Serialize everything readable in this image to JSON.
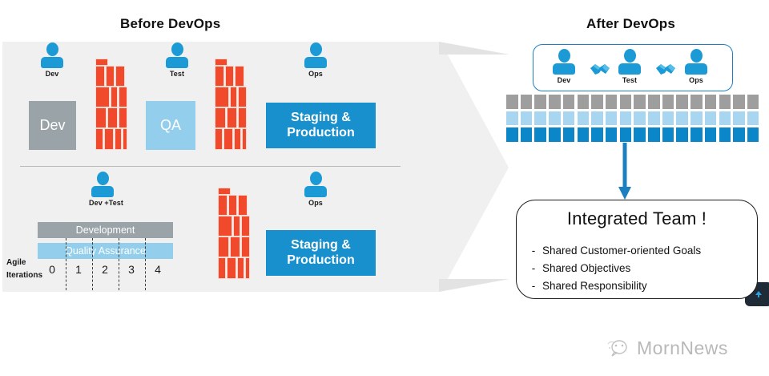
{
  "titles": {
    "before": "Before DevOps",
    "after": "After DevOps"
  },
  "before": {
    "top_row": {
      "people": [
        {
          "name": "person-dev",
          "label": "Dev"
        },
        {
          "name": "person-test",
          "label": "Test"
        },
        {
          "name": "person-ops",
          "label": "Ops"
        }
      ],
      "boxes": [
        {
          "name": "box-dev",
          "label": "Dev",
          "color": "#9aa4a8"
        },
        {
          "name": "box-qa",
          "label": "QA",
          "color": "#93cfec"
        },
        {
          "name": "box-staging",
          "line1": "Staging &",
          "line2": "Production",
          "color": "#1890cd"
        }
      ],
      "walls": 2
    },
    "bottom_row": {
      "people": [
        {
          "name": "person-dev-test",
          "label": "Dev +Test"
        },
        {
          "name": "person-ops",
          "label": "Ops"
        }
      ],
      "gantt": {
        "development_label": "Development",
        "quality_assurance_label": "Quality Assurance",
        "axis_label_line1": "Agile",
        "axis_label_line2": "Iterations",
        "iterations": [
          "0",
          "1",
          "2",
          "3",
          "4"
        ]
      },
      "box_staging": {
        "line1": "Staging &",
        "line2": "Production",
        "color": "#1890cd"
      },
      "walls": 1
    },
    "panel_color": "#f0f0f0",
    "brick_color": "#f0492b"
  },
  "after": {
    "team_capsule": {
      "people": [
        {
          "name": "person-dev",
          "label": "Dev"
        },
        {
          "name": "person-test",
          "label": "Test"
        },
        {
          "name": "person-ops",
          "label": "Ops"
        }
      ],
      "connectors": [
        "handshake-icon",
        "handshake-icon"
      ],
      "border_color": "#1f7fc4"
    },
    "block_grid": {
      "columns": 18,
      "rows": [
        {
          "name": "row-dev",
          "color": "#9e9e9e"
        },
        {
          "name": "row-qa",
          "color": "#a8d5ef"
        },
        {
          "name": "row-prod",
          "color": "#0b86c8"
        }
      ]
    },
    "arrow_color": "#1b7fc0",
    "integrated_team": {
      "title": "Integrated Team !",
      "bullet_marker": "-",
      "bullets": [
        "Shared Customer-oriented Goals",
        "Shared Objectives",
        "Shared Responsibility"
      ]
    }
  },
  "watermark": {
    "text": "MornNews",
    "icon": "chat-bubble-icon"
  }
}
